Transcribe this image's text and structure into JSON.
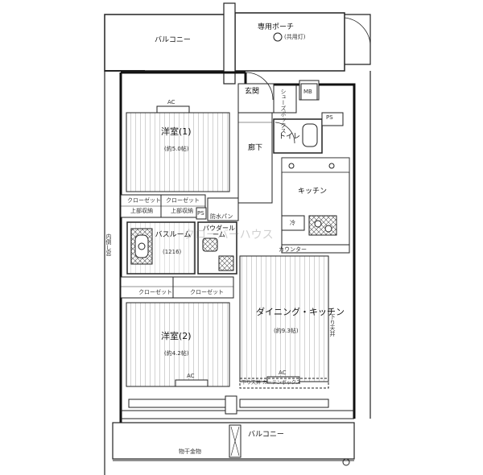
{
  "labels": {
    "porch": "専用ポーチ",
    "common_light": "(共用灯)",
    "balcony_top": "バルコニー",
    "entrance": "玄関",
    "shoes_box": "シューズボックス",
    "mb": "MB",
    "ps": "PS",
    "toilet": "トイレ",
    "corridor": "廊下",
    "room1": "洋室(1)",
    "room1_area": "(約5.0帖)",
    "closet": "クローゼット",
    "shelf": "上部収納",
    "bath": "バスルーム",
    "bath_size": "(1216)",
    "powder": "パウダールーム",
    "laundry": "防水パン",
    "kitchen": "キッチン",
    "fridge": "冷",
    "counter": "カウンター",
    "window": "内倒し窓",
    "room2": "洋室(2)",
    "room2_area": "(約4.2帖)",
    "dining": "ダイニング・キッチン",
    "dining_area": "(約9.3帖)",
    "ac": "AC",
    "curtain_box": "下り天井 カーテンボックス",
    "down_ceiling": "下り天井",
    "balcony_bottom": "バルコニー",
    "clothes_pole": "物干金物",
    "watermark": "クローバーハウス"
  },
  "colors": {
    "line": "#222222",
    "hatch": "#555555",
    "gray": "#d8d8d8"
  }
}
